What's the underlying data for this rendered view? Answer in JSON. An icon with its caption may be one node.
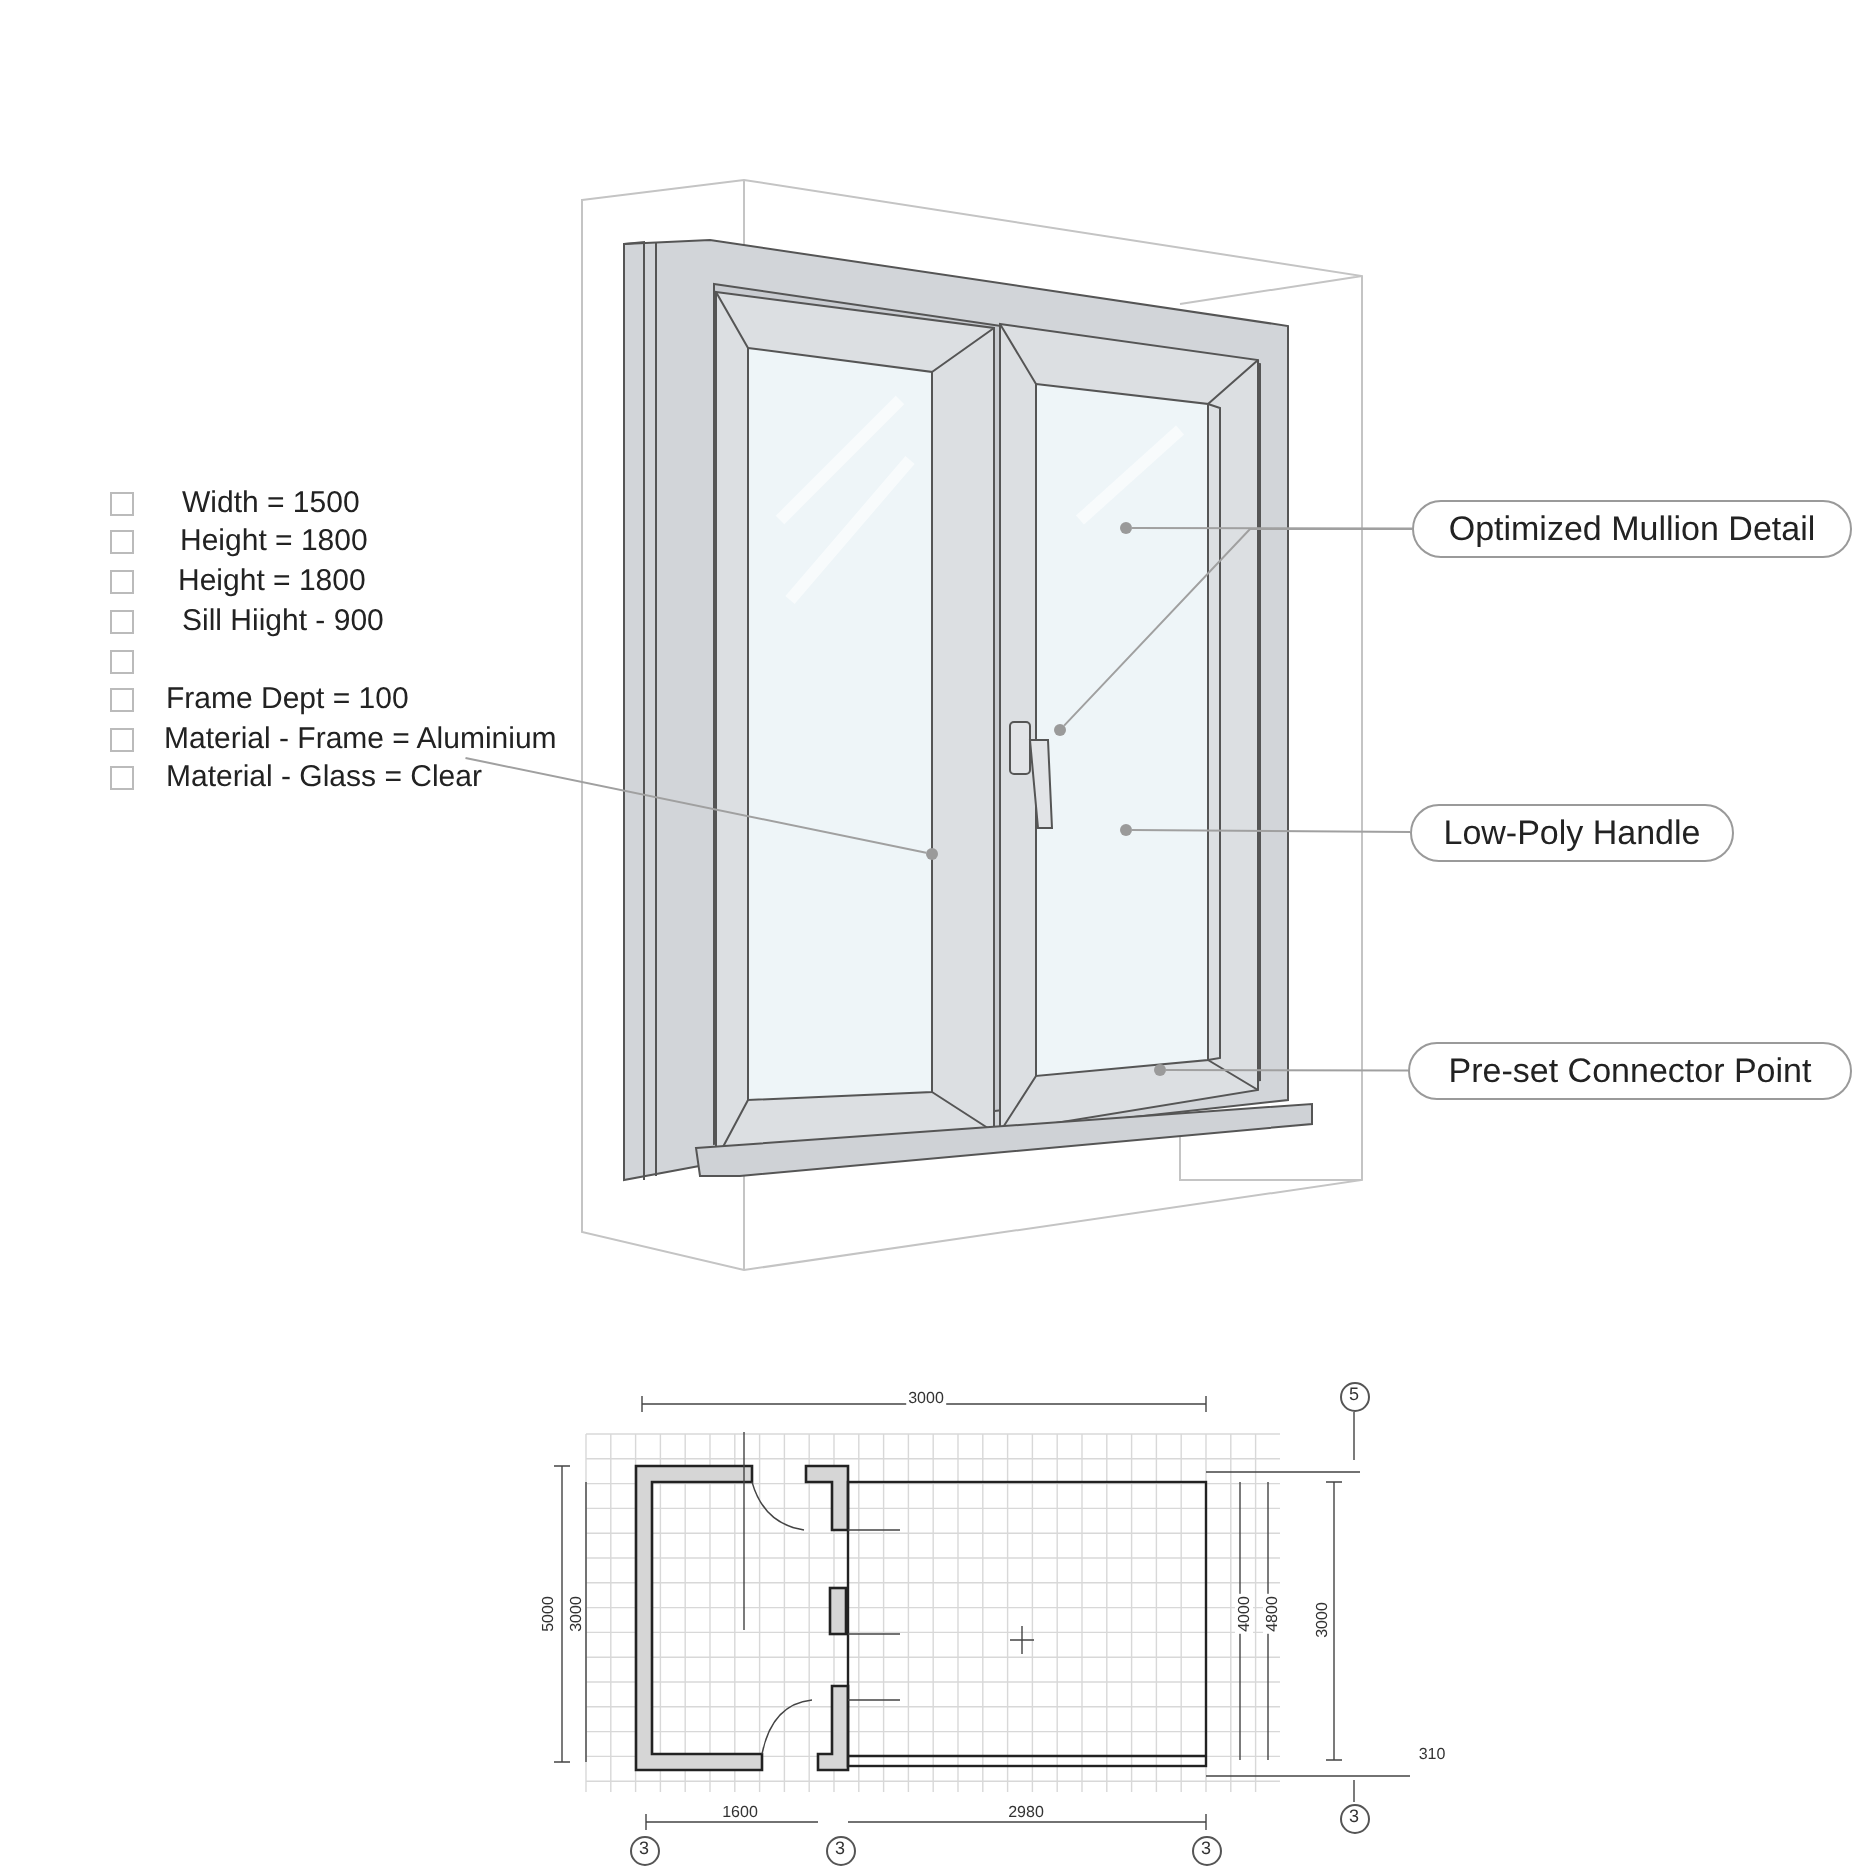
{
  "diagram": {
    "nodes": [
      {
        "text": [
          "Optimized Mullion Detail"
        ]
      },
      {
        "text": [
          "Low-Poly Handle"
        ]
      },
      {
        "text": [
          "Pre-set Connector Point"
        ]
      },
      {
        "text": [
          "Material - Frame = Aluminium"
        ]
      },
      {
        "text": [],
        "shape": "circle"
      },
      {
        "text": [],
        "shape": "circle"
      },
      {
        "text": [],
        "shape": "circle"
      },
      {
        "text": [],
        "shape": "circle"
      },
      {
        "text": [],
        "shape": "circle"
      }
    ],
    "edges": [
      {
        "from": 0,
        "to": 4,
        "arrow": "none"
      },
      {
        "from": 0,
        "to": 5,
        "arrow": "none"
      },
      {
        "from": 1,
        "to": 6,
        "arrow": "none"
      },
      {
        "from": 2,
        "to": 7,
        "arrow": "none"
      },
      {
        "from": 3,
        "to": 8,
        "arrow": "none"
      }
    ],
    "labels": [
      "Width = 1500",
      "Height = 1800",
      "Height = 1800",
      "Sill Hiight - 900",
      "Frame Dept = 100",
      "Material - Glass = Clear",
      "3000",
      "5",
      "5000",
      "3000",
      "4000",
      "4800",
      "3000",
      "310",
      "1600",
      "2980",
      "3",
      "3",
      "3",
      "3"
    ]
  }
}
